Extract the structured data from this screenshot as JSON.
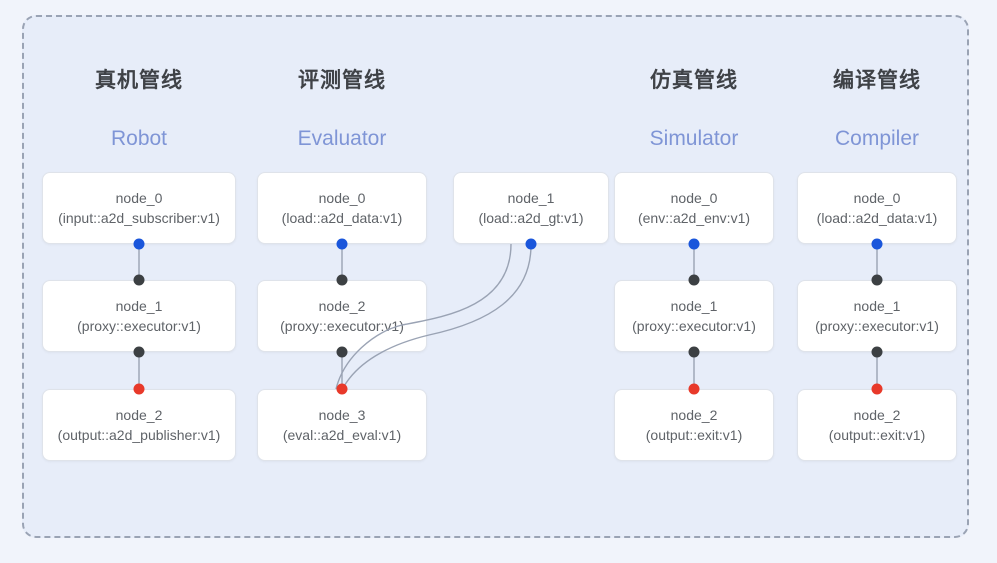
{
  "panel": {
    "border_style": "dashed",
    "border_color": "#9aa3b4",
    "background": "#e7edf9"
  },
  "palette": {
    "page_background": "#f1f4fb",
    "title_cn_color": "#3f4247",
    "title_en_color": "#7f95d6",
    "node_text_color": "#5f6368",
    "node_fill": "#ffffff",
    "node_border": "#dfe3ea",
    "port_output_blue": "#1a56db",
    "port_output_red": "#e8392a",
    "port_input_dark": "#3c4043",
    "edge_color": "#9aa3b4"
  },
  "columns": [
    {
      "key": "robot",
      "title_cn": "真机管线",
      "title_en": "Robot",
      "nodes": [
        {
          "id": "node_0",
          "type": "(input::a2d_subscriber:v1)"
        },
        {
          "id": "node_1",
          "type": "(proxy::executor:v1)"
        },
        {
          "id": "node_2",
          "type": "(output::a2d_publisher:v1)"
        }
      ]
    },
    {
      "key": "evaluator",
      "title_cn": "评测管线",
      "title_en": "Evaluator",
      "nodes": [
        {
          "id": "node_0",
          "type": "(load::a2d_data:v1)"
        },
        {
          "id": "node_1",
          "type": "(load::a2d_gt:v1)"
        },
        {
          "id": "node_2",
          "type": "(proxy::executor:v1)"
        },
        {
          "id": "node_3",
          "type": "(eval::a2d_eval:v1)"
        }
      ]
    },
    {
      "key": "simulator",
      "title_cn": "仿真管线",
      "title_en": "Simulator",
      "nodes": [
        {
          "id": "node_0",
          "type": "(env::a2d_env:v1)"
        },
        {
          "id": "node_1",
          "type": "(proxy::executor:v1)"
        },
        {
          "id": "node_2",
          "type": "(output::exit:v1)"
        }
      ]
    },
    {
      "key": "compiler",
      "title_cn": "编译管线",
      "title_en": "Compiler",
      "nodes": [
        {
          "id": "node_0",
          "type": "(load::a2d_data:v1)"
        },
        {
          "id": "node_1",
          "type": "(proxy::executor:v1)"
        },
        {
          "id": "node_2",
          "type": "(output::exit:v1)"
        }
      ]
    }
  ]
}
